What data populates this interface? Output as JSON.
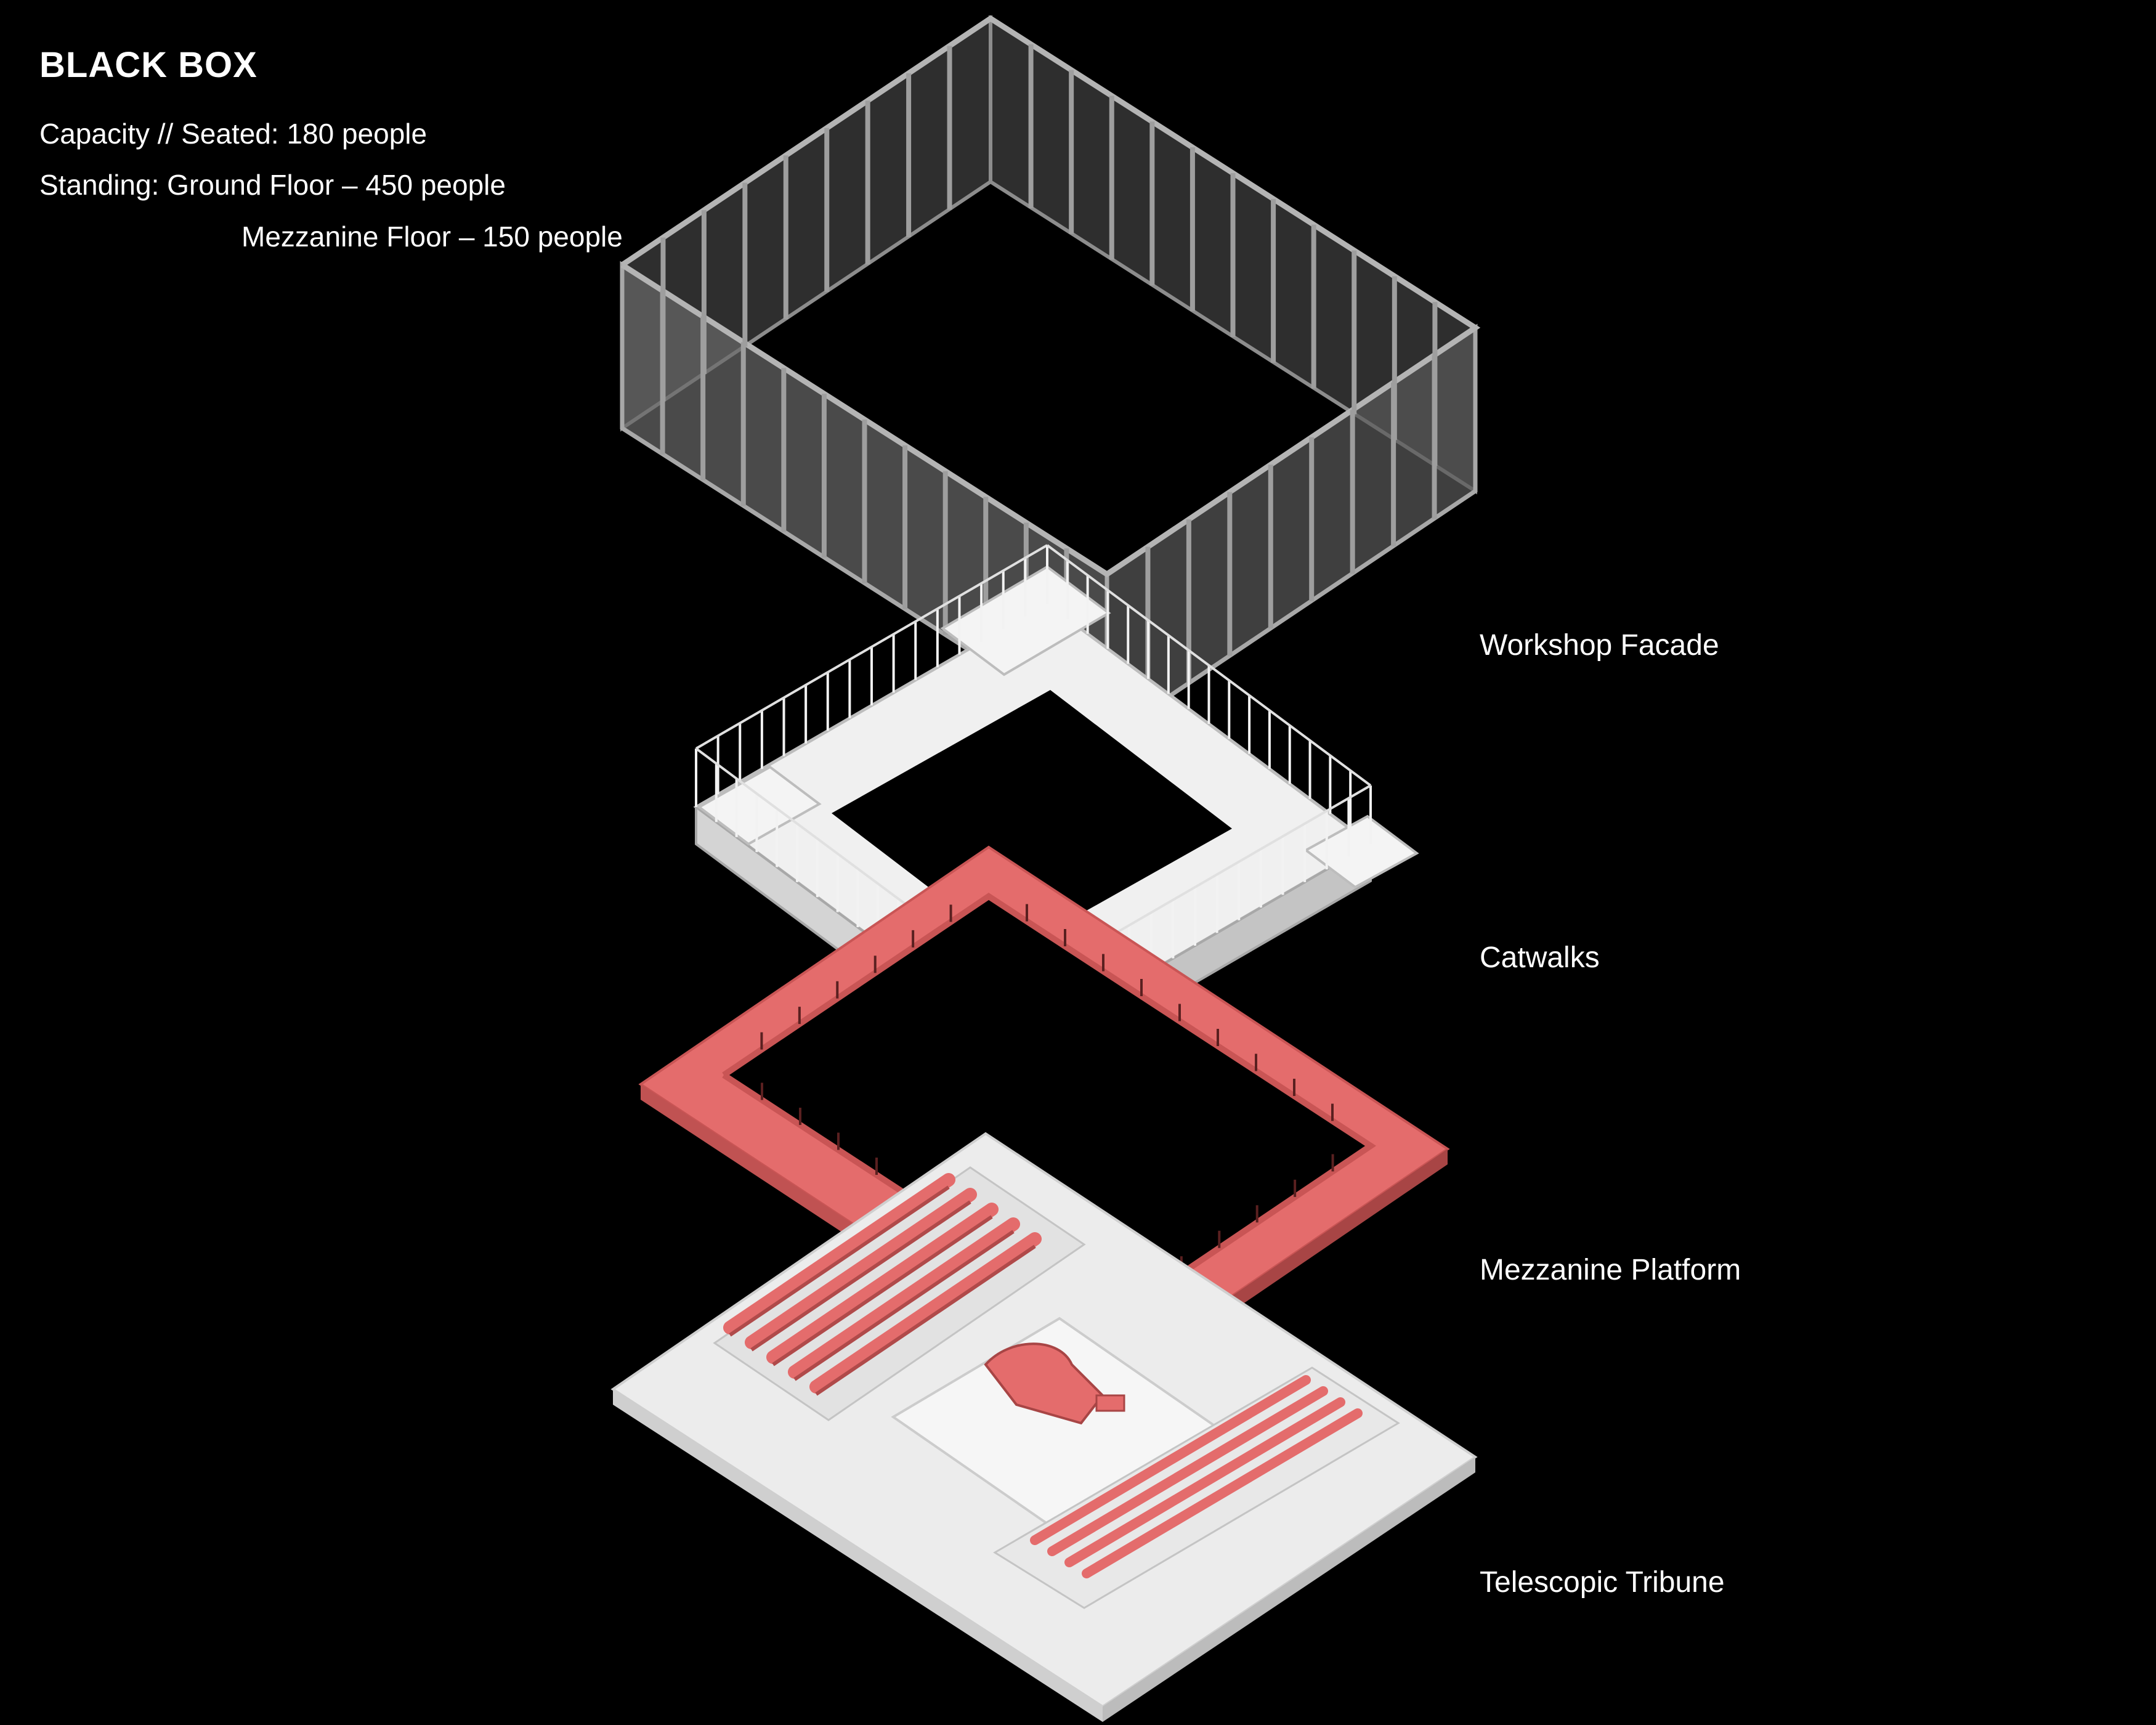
{
  "header": {
    "title": "BLACK BOX",
    "capacity_lines": [
      "Capacity // Seated: 180 people",
      "Standing: Ground Floor – 450 people",
      "Mezzanine Floor – 150 people"
    ]
  },
  "layers": [
    {
      "label": "Workshop Facade"
    },
    {
      "label": "Catwalks"
    },
    {
      "label": "Mezzanine Platform"
    },
    {
      "label": "Telescopic Tribune"
    }
  ],
  "colors": {
    "background": "#000000",
    "accent": "#e56d6d",
    "accent_dark": "#b84e4e",
    "white_block": "#eeeeee",
    "facade_glass": "#5a5a5a",
    "facade_frame": "#9a9a9a",
    "text": "#ffffff"
  }
}
